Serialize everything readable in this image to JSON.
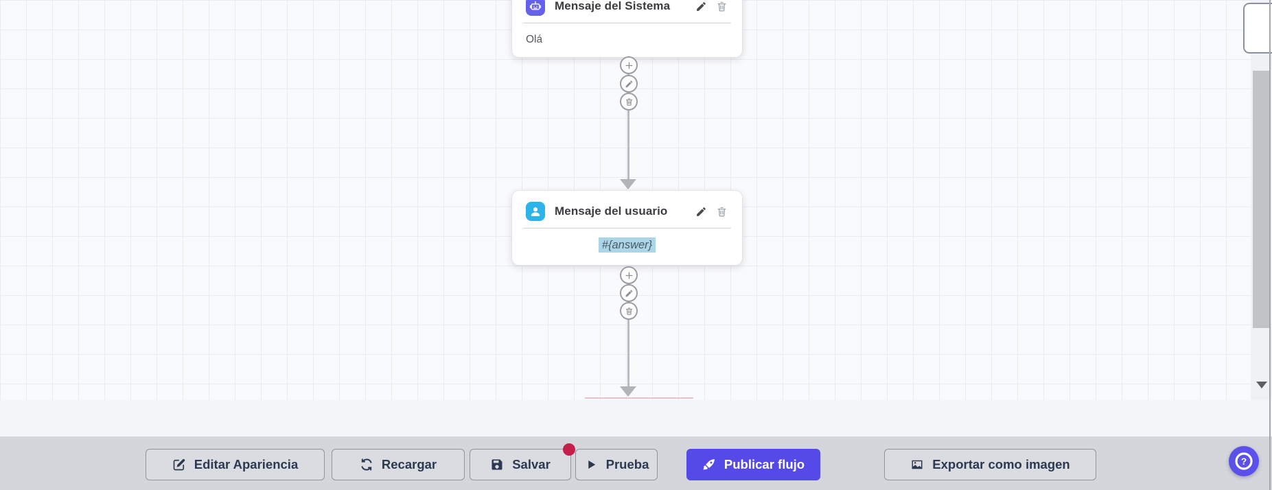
{
  "canvas": {
    "nodes": [
      {
        "title": "Mensaje del Sistema",
        "body": "Olá",
        "icon": "robot-icon",
        "accent": "#6462ea"
      },
      {
        "title": "Mensaje del usuario",
        "body": "#{answer}",
        "icon": "user-icon",
        "accent": "#2cb3e8"
      }
    ],
    "connector_actions": [
      "add",
      "edit",
      "delete"
    ]
  },
  "toolbar": {
    "buttons": [
      {
        "label": "Editar Apariencia",
        "icon": "edit-square-icon"
      },
      {
        "label": "Recargar",
        "icon": "refresh-icon"
      },
      {
        "label": "Salvar",
        "icon": "save-icon",
        "has_unsaved_badge": true
      },
      {
        "label": "Prueba",
        "icon": "play-icon"
      },
      {
        "label": "Publicar flujo",
        "icon": "rocket-icon",
        "primary": true
      },
      {
        "label": "Exportar como imagen",
        "icon": "image-icon"
      }
    ]
  },
  "colors": {
    "primary_button": "#5549e8",
    "help_button": "#5b50e9",
    "system_node_icon": "#6462ea",
    "user_node_icon": "#2cb3e8",
    "variable_highlight": "#abd6e7",
    "unsaved_badge": "#c51d4c",
    "toolbar_background": "#d4d6dc",
    "canvas_background": "#f9fafc",
    "grid_line": "#e9ecf4",
    "connector_gray": "#b9bbbf"
  }
}
